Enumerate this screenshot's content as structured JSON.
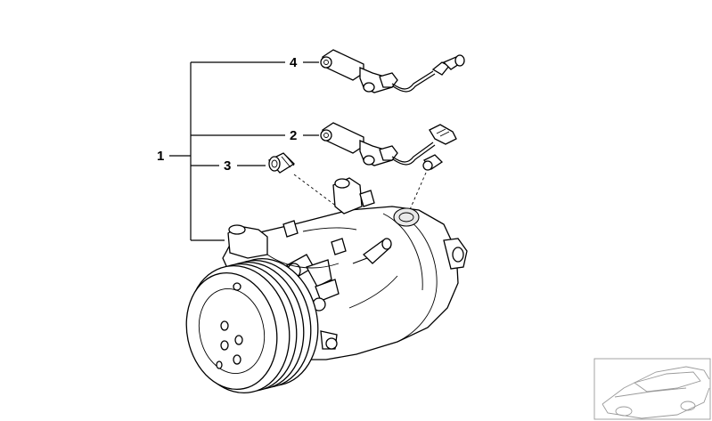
{
  "callouts": {
    "main": "1",
    "sensor_upper": "4",
    "sensor_lower": "2",
    "valve": "3"
  }
}
